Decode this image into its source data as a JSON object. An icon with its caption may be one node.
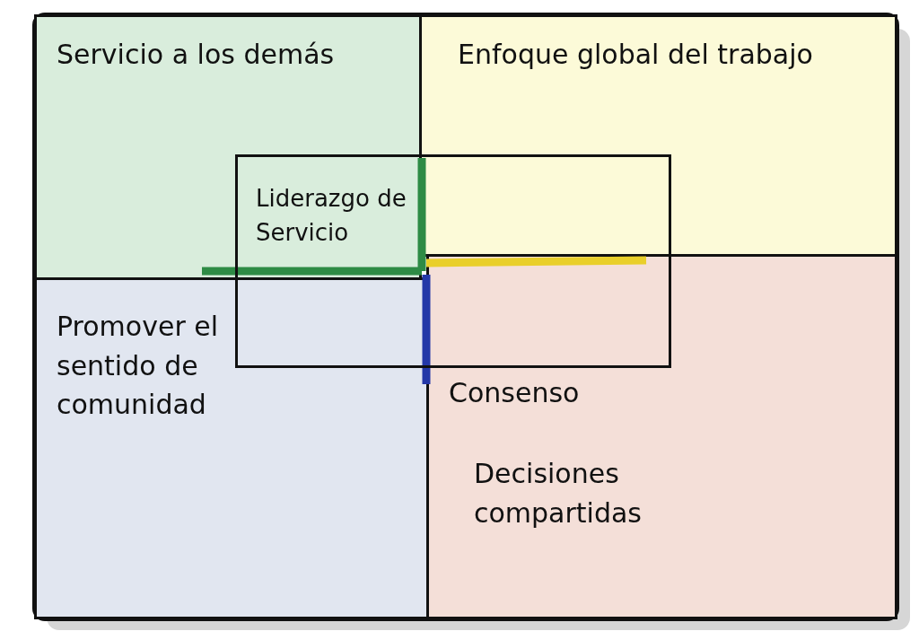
{
  "diagram": {
    "nodes": [
      {
        "text": [
          "Servicio a los demás"
        ]
      },
      {
        "text": [
          "Enfoque global del trabajo"
        ]
      },
      {
        "text": [
          "Liderazgo de Servicio"
        ]
      },
      {
        "text": [
          "Promover el sentido de comunidad"
        ]
      },
      {
        "text": [
          "Consenso",
          "Decisiones compartidas"
        ]
      }
    ]
  }
}
